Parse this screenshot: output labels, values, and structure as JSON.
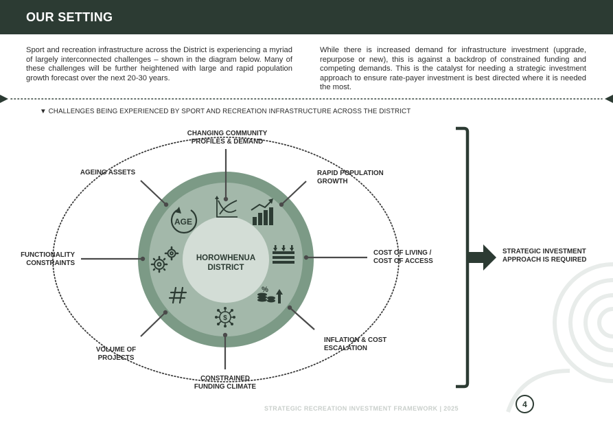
{
  "header": {
    "title": "OUR SETTING"
  },
  "intro": {
    "left": "Sport and recreation infrastructure across the District is experiencing a myriad of largely interconnected challenges – shown in the diagram below. Many of these challenges will be further heightened with large and rapid population growth forecast over the next 20-30 years.",
    "right": "While there is increased demand for infrastructure investment (upgrade, repurpose or new), this is against a backdrop of constrained funding and competing demands. This is the catalyst for needing a strategic investment approach to ensure rate-payer investment is best directed where it is needed the most."
  },
  "section": {
    "title": "▼ CHALLENGES BEING EXPERIENCED BY SPORT AND RECREATION INFRASTRUCTURE ACROSS THE DISTRICT"
  },
  "diagram": {
    "center": "HOROWHENUA\nDISTRICT",
    "age_icon_text": "AGE",
    "challenges": [
      "CHANGING COMMUNITY\nPROFILES & DEMAND",
      "RAPID POPULATION\nGROWTH",
      "COST OF LIVING /\nCOST OF ACCESS",
      "INFLATION & COST\nESCALATION",
      "CONSTRAINED\nFUNDING CLIMATE",
      "VOLUME OF\nPROJECTS",
      "FUNCTIONALITY\nCONSTRAINTS",
      "AGEING ASSETS"
    ],
    "outcome": "STRATEGIC INVESTMENT\nAPPROACH IS REQUIRED"
  },
  "footer": {
    "text": "STRATEGIC RECREATION INVESTMENT FRAMEWORK | 2025",
    "page": "4"
  },
  "colors": {
    "header": "#2c3b33",
    "outer_ring": "#7c9a86",
    "inner_ring": "#a3b8aa",
    "center": "#d3ddd6",
    "ink": "#2b2b2b"
  }
}
